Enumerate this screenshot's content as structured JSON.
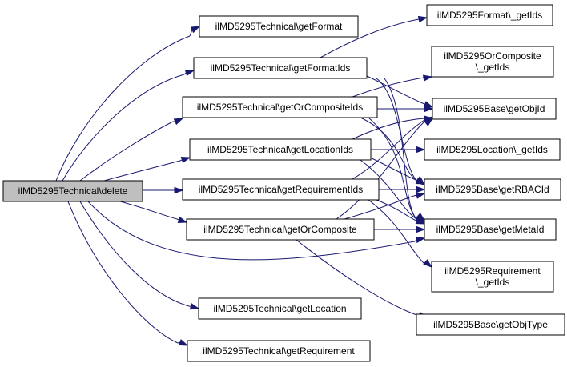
{
  "graph": {
    "edge_color": "#191970",
    "root_fill": "#bfbfbf",
    "nodes": {
      "root": [
        "ilMD5295Technical\\delete"
      ],
      "getFormat": [
        "ilMD5295Technical\\getFormat"
      ],
      "getFormatIds": [
        "ilMD5295Technical\\getFormatIds"
      ],
      "getOrCompositeIds": [
        "ilMD5295Technical\\getOrCompositeIds"
      ],
      "getLocationIds": [
        "ilMD5295Technical\\getLocationIds"
      ],
      "getRequirementIds": [
        "ilMD5295Technical\\getRequirementIds"
      ],
      "getOrComposite": [
        "ilMD5295Technical\\getOrComposite"
      ],
      "getLocation": [
        "ilMD5295Technical\\getLocation"
      ],
      "getRequirement": [
        "ilMD5295Technical\\getRequirement"
      ],
      "formatGetIds": [
        "ilMD5295Format\\_getIds"
      ],
      "orCompGetIds": [
        "ilMD5295OrComposite",
        "\\_getIds"
      ],
      "baseGetObjId": [
        "ilMD5295Base\\getObjId"
      ],
      "locGetIds": [
        "ilMD5295Location\\_getIds"
      ],
      "baseGetRBACId": [
        "ilMD5295Base\\getRBACId"
      ],
      "baseGetMetaId": [
        "ilMD5295Base\\getMetaId"
      ],
      "reqGetIds": [
        "ilMD5295Requirement",
        "\\_getIds"
      ],
      "baseGetObjType": [
        "ilMD5295Base\\getObjType"
      ]
    }
  }
}
